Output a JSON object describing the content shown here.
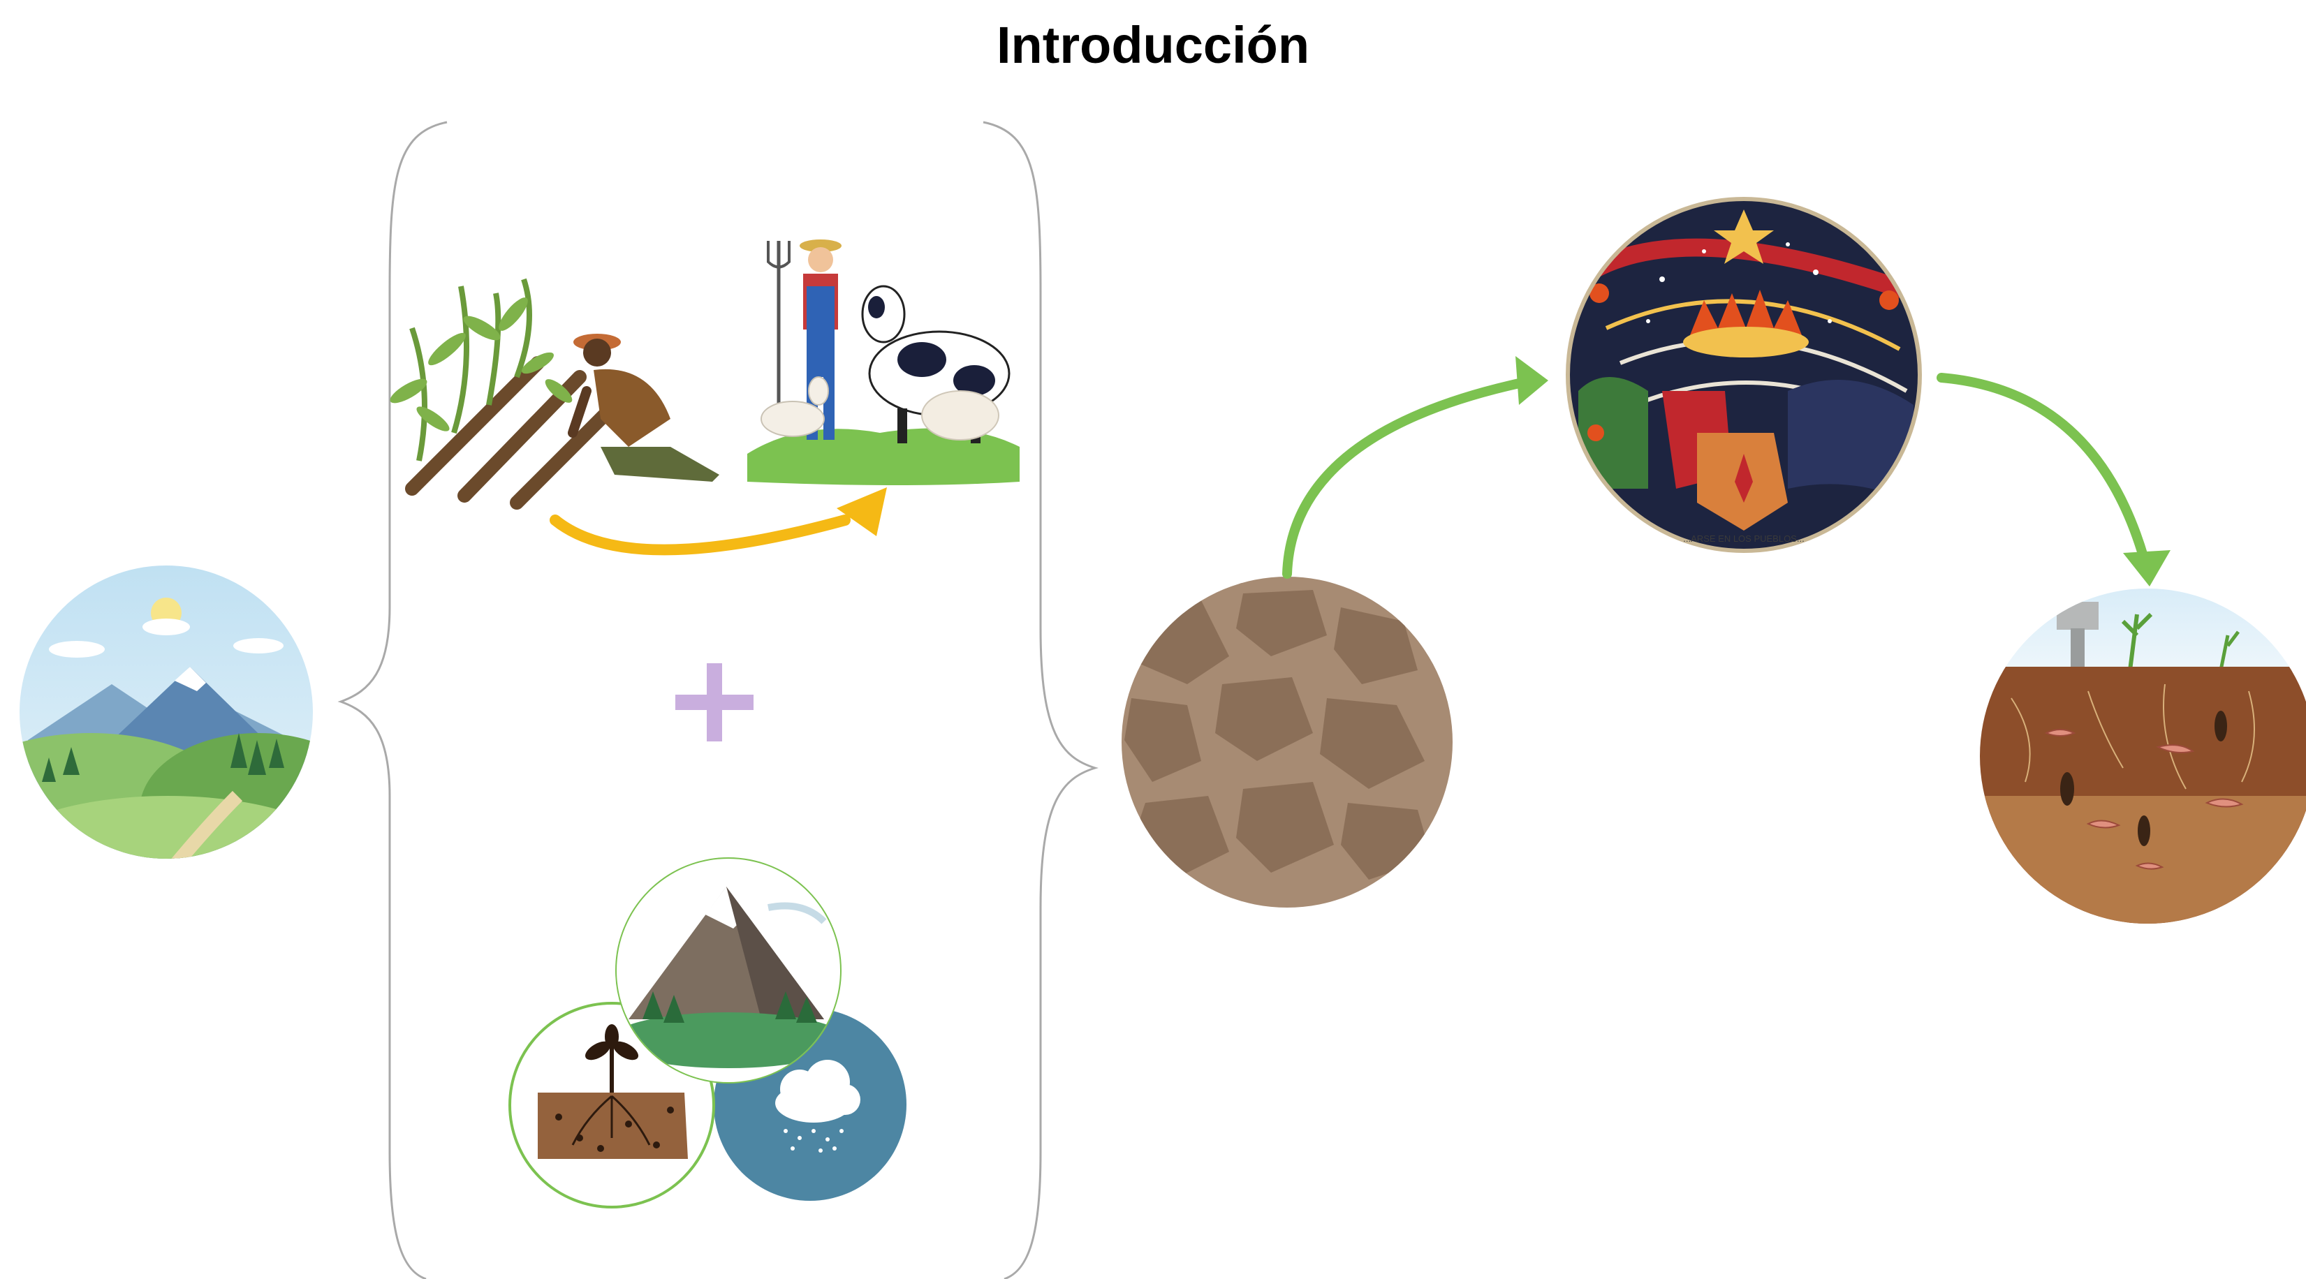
{
  "slide": {
    "title": "Introducción"
  },
  "palette": {
    "arrow_green": "#7cc250",
    "arrow_yellow": "#f5b915",
    "plus_lavender": "#c9aede",
    "brace_gray": "#a9a9a9",
    "soil_brown": "#a78b73"
  },
  "nodes": [
    {
      "id": "landscape",
      "icon": "mountain-landscape-icon"
    },
    {
      "id": "farming",
      "icon": "farmer-crops-icon"
    },
    {
      "id": "livestock",
      "icon": "farmer-cows-icon"
    },
    {
      "id": "environment",
      "icon": "soil-mountain-rain-icon"
    },
    {
      "id": "degraded-soil",
      "icon": "dry-cracked-soil-icon"
    },
    {
      "id": "culture",
      "icon": "indigenous-art-medallion-icon"
    },
    {
      "id": "healthy-soil",
      "icon": "living-soil-icon"
    }
  ],
  "medallion": {
    "caption": "...ARSE EN LOS PUEBLOS..."
  }
}
